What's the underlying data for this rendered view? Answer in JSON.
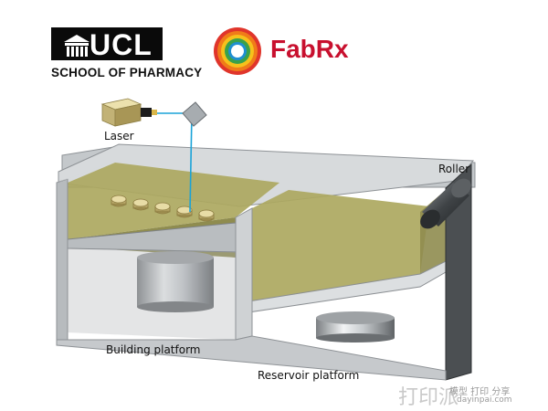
{
  "logos": {
    "ucl_name": "UCL",
    "school": "SCHOOL OF PHARMACY",
    "fabrx": "FabRx"
  },
  "labels": {
    "laser": "Laser",
    "roller": "Roller",
    "building_platform": "Building platform",
    "reservoir_platform": "Reservoir platform"
  },
  "watermark": {
    "brand": "打印派",
    "slogan": "模型 打印 分享",
    "url": "dayinpai.com"
  },
  "colors": {
    "powder": "#b5b36a",
    "shell": "#c9cdd0",
    "fabrx_red": "#c8102e"
  }
}
